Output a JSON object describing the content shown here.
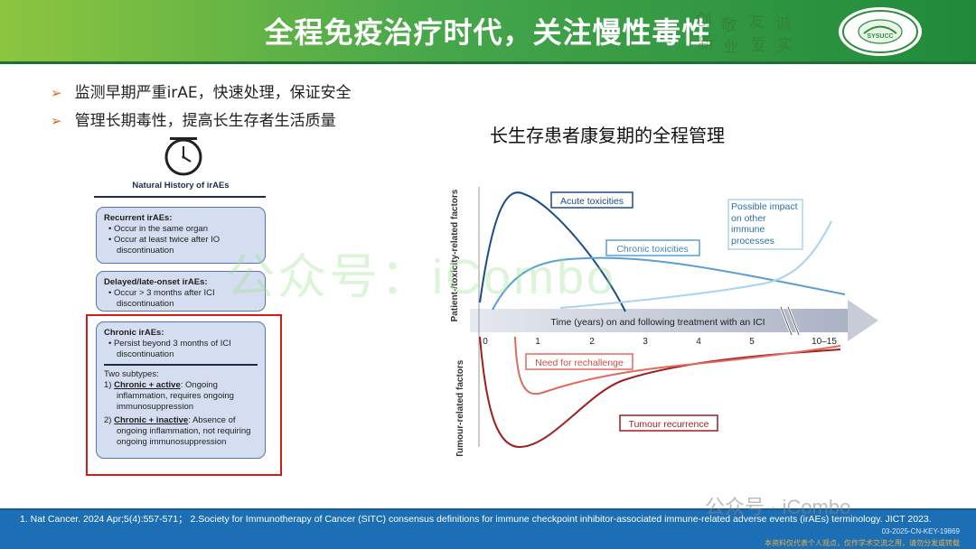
{
  "header": {
    "title": "全程免疫治疗时代，关注慢性毒性",
    "motto_chars": [
      "创",
      "新",
      "敬",
      "业",
      "友",
      "爱",
      "诚",
      "实"
    ],
    "logo_text": "SYSUCC"
  },
  "bullets": [
    "监测早期严重irAE，快速处理，保证安全",
    "管理长期毒性，提高长生存者生活质量"
  ],
  "panel": {
    "clock_icon": "clock-icon",
    "title": "Natural History of irAEs",
    "recurrent": {
      "heading": "Recurrent irAEs:",
      "items": [
        "Occur in the same organ",
        "Occur at least twice after IO discontinuation"
      ]
    },
    "delayed": {
      "heading": "Delayed/late-onset irAEs:",
      "items": [
        "Occur > 3 months after ICI discontinuation"
      ]
    },
    "chronic": {
      "heading": "Chronic irAEs:",
      "items": [
        "Persist beyond 3 months of ICI discontinuation"
      ],
      "subtypes_label": "Two subtypes:",
      "sub1_num": "1)",
      "sub1_name": "Chronic + active",
      "sub1_desc": ": Ongoing inflammation, requires ongoing immunosuppression",
      "sub2_num": "2)",
      "sub2_name": "Chronic + inactive",
      "sub2_desc": ": Absence of ongoing inflammation, not requiring ongoing immunosuppression"
    }
  },
  "chart_title": "长生存患者康复期的全程管理",
  "chart_data": {
    "type": "line",
    "x_axis_label": "Time (years) on and following treatment with an ICI",
    "ticks": [
      "0",
      "1",
      "2",
      "3",
      "4",
      "5",
      "10–15"
    ],
    "upper_axis_label": "Patient-/toxicity-related factors",
    "lower_axis_label": "Tumour-related factors",
    "series": [
      {
        "name": "Acute toxicities",
        "color": "#1a4c8a",
        "side": "upper"
      },
      {
        "name": "Chronic toxicities",
        "color": "#5a9fd4",
        "side": "upper"
      },
      {
        "name": "Possible impact on other immune processes",
        "color": "#a9d3ef",
        "side": "upper"
      },
      {
        "name": "Need for rechallenge",
        "color": "#e06a5c",
        "side": "lower"
      },
      {
        "name": "Tumour recurrence",
        "color": "#9e1d1d",
        "side": "lower"
      }
    ]
  },
  "watermark": "公众号：iCombo",
  "watermark2": "公众号 · iCombo",
  "footer": {
    "references": "1. Nat Cancer. 2024 Apr;5(4):557-571； 2.Society for Immunotherapy of Cancer (SITC) consensus definitions for immune checkpoint inhibitor-associated immune-related adverse events (irAEs) terminology. JICT 2023.",
    "code": "03-2025-CN-KEY-19869",
    "note": "本资料仅代表个人观点，仅作学术交流之用，请勿分发或转载"
  }
}
